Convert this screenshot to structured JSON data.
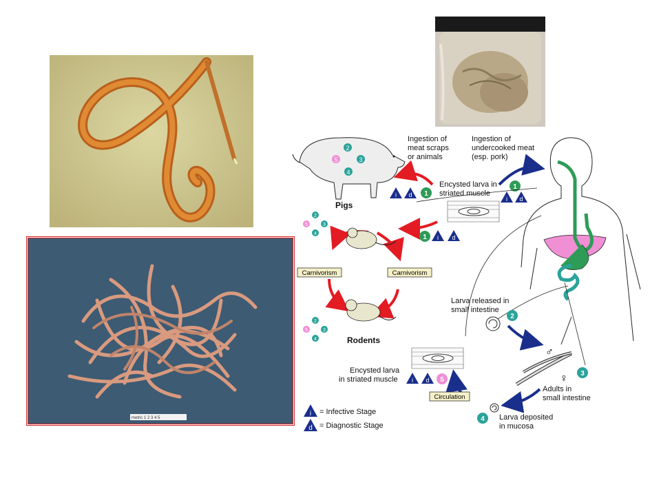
{
  "photos": {
    "microscope": "single nematode larva under microscope",
    "jar": "preserved specimen in glass jar",
    "worms": "mass of adult worms on blue background with ruler"
  },
  "ruler_text": "metric 1 2 3 4 5",
  "diagram": {
    "hosts": {
      "pigs": "Pigs",
      "rodents": "Rodents"
    },
    "labels": {
      "ingest_meat_scraps": [
        "Ingestion of",
        "meat scraps",
        "or animals"
      ],
      "ingest_undercooked": [
        "Ingestion of",
        "undercooked meat",
        "(esp. pork)"
      ],
      "encysted_larva_top": [
        "Encysted larva in",
        "striated muscle"
      ],
      "larva_released": [
        "Larva released in",
        "small intestine"
      ],
      "adults": [
        "Adults in",
        "small intestine"
      ],
      "larva_deposited": [
        "Larva deposited",
        "in mucosa"
      ],
      "encysted_larva_bottom": [
        "Encysted larva",
        "in striated muscle"
      ]
    },
    "boxes": {
      "carnivorism_left": "Carnivorism",
      "carnivorism_right": "Carnivorism",
      "circulation": "Circulation"
    },
    "stages": {
      "s1": "1",
      "s2": "2",
      "s3": "3",
      "s4": "4",
      "s5": "5",
      "i": "i",
      "d": "d"
    },
    "sex": {
      "male": "♂",
      "female": "♀"
    },
    "legend": {
      "infective": "= Infective Stage",
      "diagnostic": "= Diagnostic Stage"
    },
    "colors": {
      "red_arrow": "#e31b23",
      "blue_arrow": "#1a2e8c",
      "green": "#2e9b57",
      "teal": "#2aa39a",
      "pink": "#f08fd4",
      "navy_triangle": "#1a2e8c"
    }
  }
}
